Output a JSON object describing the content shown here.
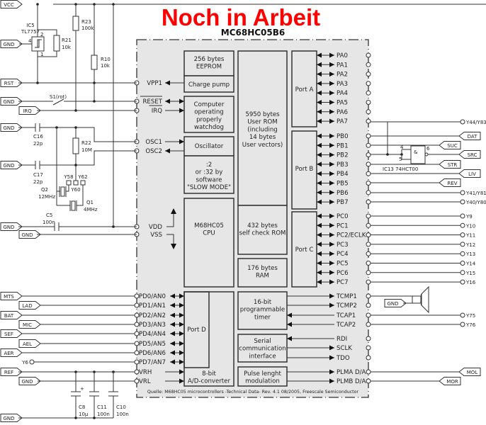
{
  "chip": {
    "title": "MC68HC05B6",
    "blocks": [
      {
        "id": "eeprom",
        "lines": [
          "256 bytes",
          "EEPROM"
        ]
      },
      {
        "id": "charge-pump",
        "lines": [
          "Charge pump"
        ]
      },
      {
        "id": "watchdog",
        "lines": [
          "Computer",
          "operating",
          "properly",
          "watchdog"
        ]
      },
      {
        "id": "oscillator",
        "lines": [
          "Oscillator"
        ]
      },
      {
        "id": "divider",
        "lines": [
          ":2",
          "or :32 by",
          "software",
          "\"SLOW MODE\""
        ]
      },
      {
        "id": "cpu",
        "lines": [
          "M68HC05",
          "CPU"
        ]
      },
      {
        "id": "user-rom",
        "lines": [
          "5950 bytes",
          "User ROM",
          "(including",
          "14 bytes",
          "User vectors)"
        ]
      },
      {
        "id": "self-check-rom",
        "lines": [
          "432 bytes",
          "self check ROM"
        ]
      },
      {
        "id": "ram",
        "lines": [
          "176 bytes",
          "RAM"
        ]
      },
      {
        "id": "port-a",
        "lines": [
          "Port A"
        ]
      },
      {
        "id": "port-b",
        "lines": [
          "Port B"
        ]
      },
      {
        "id": "port-c",
        "lines": [
          "Port C"
        ]
      },
      {
        "id": "port-d",
        "lines": [
          "Port D"
        ]
      },
      {
        "id": "adc",
        "lines": [
          "8-bit",
          "A/D-converter"
        ]
      },
      {
        "id": "timer",
        "lines": [
          "16-bit",
          "programmable",
          "timer"
        ]
      },
      {
        "id": "sci",
        "lines": [
          "Serial",
          "communication",
          "interface"
        ]
      },
      {
        "id": "plm",
        "lines": [
          "Pulse lenght",
          "modulation"
        ]
      }
    ],
    "pins_left": [
      "VPP1",
      "RESET",
      "IRQ",
      "OSC1",
      "OSC2",
      "VDD",
      "VSS",
      "PD0/AN0",
      "PD1/AN1",
      "PD2/AN2",
      "PD3/AN3",
      "PD4/AN4",
      "PD5/AN5",
      "PD6/AN6",
      "PD7/AN7",
      "VRH",
      "VRL"
    ],
    "pins_right": [
      "PA0",
      "PA1",
      "PA2",
      "PA3",
      "PA4",
      "PA5",
      "PA6",
      "PA7",
      "PB0",
      "PB1",
      "PB2",
      "PB3",
      "PB4",
      "PB5",
      "PB6",
      "PB7",
      "PC0",
      "PC1",
      "PC2/ECLK",
      "PC3",
      "PC4",
      "PC5",
      "PC6",
      "PC7",
      "TCMP1",
      "TCMP2",
      "TCAP1",
      "TCAP2",
      "RDI",
      "SCLK",
      "TDO",
      "PLMA D/A",
      "PLMB D/A"
    ],
    "source": "Quelle: M68HC05 microcontrollers -Technical Data- Rev. 4.1 08/2005, Freescale Semiconductor"
  },
  "watermark": "Noch in Arbeit",
  "components": [
    {
      "ref": "IC5",
      "value": "TL7757",
      "pins": [
        "2",
        "4",
        "1"
      ]
    },
    {
      "ref": "R21",
      "value": "10k"
    },
    {
      "ref": "R23",
      "value": "100k"
    },
    {
      "ref": "R10",
      "value": "10k"
    },
    {
      "ref": "S1(rot)",
      "value": ""
    },
    {
      "ref": "C16",
      "value": "22p"
    },
    {
      "ref": "C17",
      "value": "22p"
    },
    {
      "ref": "R22",
      "value": "10M"
    },
    {
      "ref": "Q2",
      "value": "12MHz"
    },
    {
      "ref": "Q1",
      "value": "4MHz"
    },
    {
      "ref": "C5",
      "value": "100n"
    },
    {
      "ref": "C8",
      "value": "10µ"
    },
    {
      "ref": "C11",
      "value": "100n"
    },
    {
      "ref": "C10",
      "value": "100n"
    },
    {
      "ref": "IC13 74HCT00",
      "value": "&",
      "pins": [
        "4",
        "5",
        "6"
      ]
    }
  ],
  "jumpers": [
    "Y58",
    "Y60",
    "Y62"
  ],
  "net_labels_left": [
    "VCC",
    "GND",
    "RST",
    "GND",
    "IRQ",
    "GND",
    "GND",
    "GND",
    "GND",
    "MTS",
    "LAD",
    "BAT",
    "MIC",
    "SEF",
    "AEL",
    "AER",
    "REF",
    "GND",
    "GND"
  ],
  "test_points_left": [
    "Y6"
  ],
  "net_labels_right": [
    "DAT",
    "SUC",
    "SRC",
    "STR",
    "LIV",
    "REV",
    "GND",
    "MOL",
    "MOR"
  ],
  "test_points_right": [
    "Y44/Y83",
    "Y41/Y81",
    "Y40/Y80",
    "Y9",
    "Y10",
    "Y11",
    "Y12",
    "Y13",
    "Y14",
    "Y15",
    "Y16",
    "Y75",
    "Y76"
  ]
}
